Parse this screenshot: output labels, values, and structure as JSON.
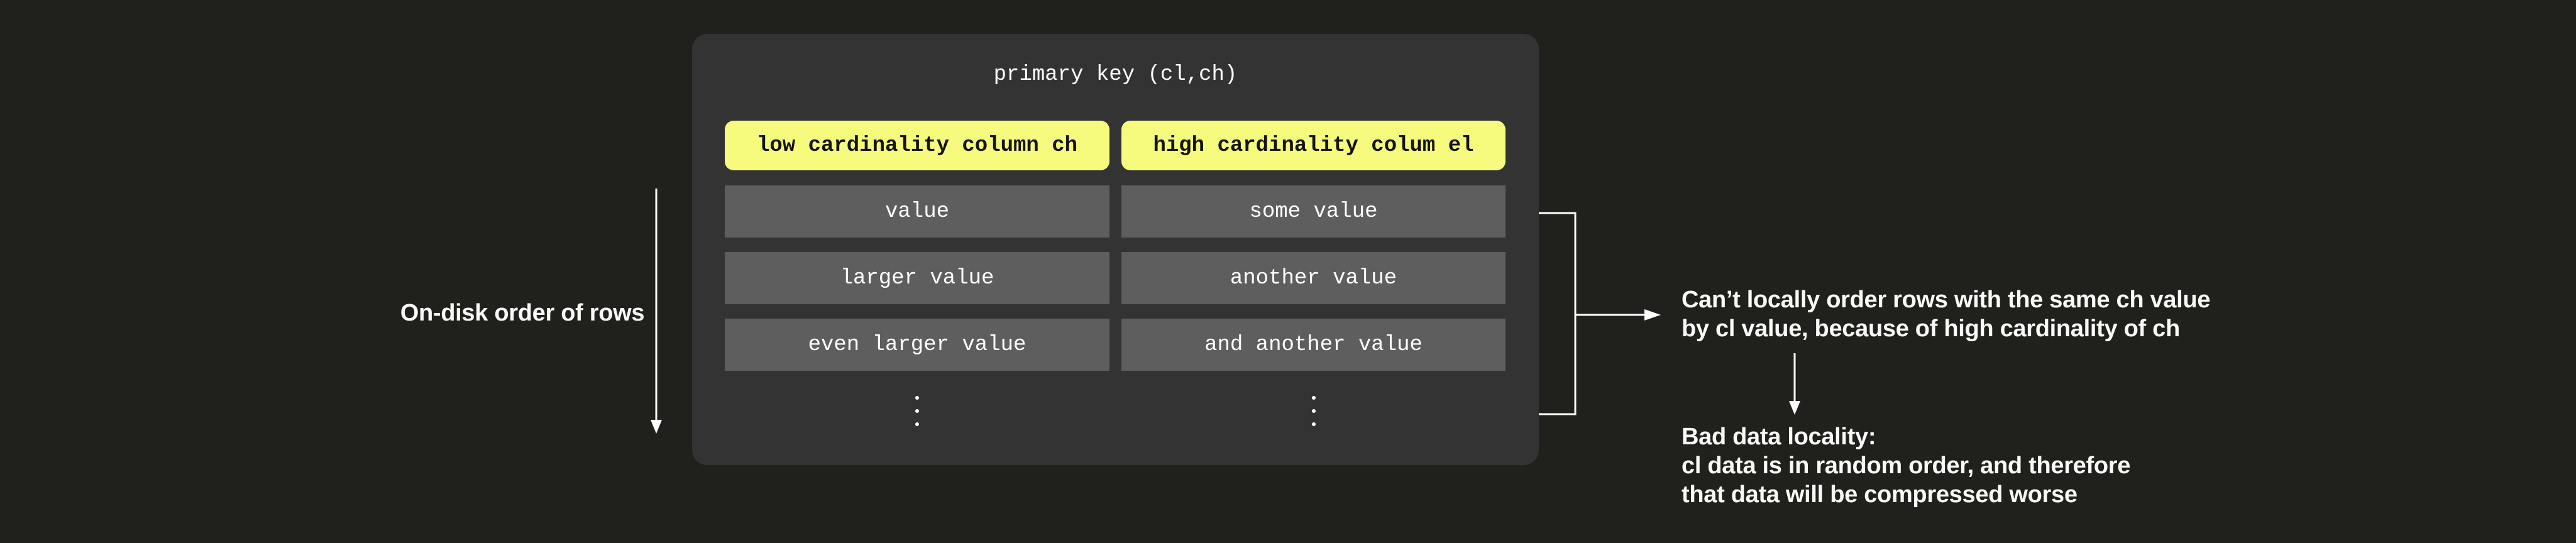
{
  "diagram": {
    "title": "primary key (cl,ch)",
    "left_annotation": "On-disk order of rows",
    "columns": [
      {
        "header": "low cardinality column ch",
        "values": [
          "value",
          "larger value",
          "even larger value"
        ],
        "ellipsis": "⋮"
      },
      {
        "header": "high cardinality colum el",
        "values": [
          "some value",
          "another value",
          "and another value"
        ],
        "ellipsis": "⋮"
      }
    ],
    "bracket_note": {
      "lines": [
        "Can’t locally order rows with the same ch value",
        "by cl value, because of high cardinality of ch"
      ]
    },
    "locality_note": {
      "lines": [
        "Bad data locality:",
        "cl data is in random order, and therefore",
        "that data will be compressed worse"
      ]
    },
    "icons": {
      "left_flow": "down-arrow-icon",
      "bracket": "range-bracket",
      "bracket_pointer": "right-arrow-icon",
      "consequence": "down-arrow-icon"
    },
    "colors": {
      "background": "#20211c",
      "panel": "#333333",
      "header_bg": "#f6fa7d",
      "cell_bg": "#5e5e5e",
      "text_light": "#fafaf8",
      "text_dark": "#141414",
      "line": "#ffffff"
    }
  }
}
